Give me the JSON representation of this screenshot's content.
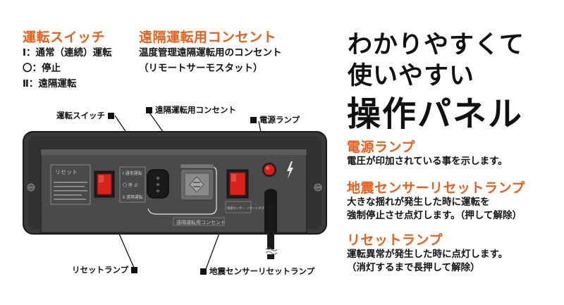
{
  "left": {
    "switch_title": "運転スイッチ",
    "switch_items": [
      "Ⅰ：通常（連続）運転",
      "〇：停止",
      "Ⅱ：遠隔運転"
    ],
    "outlet_title": "遠隔運転用コンセント",
    "outlet_desc": [
      "温度管理遠隔運転用のコンセント",
      "（リモートサーモスタット）"
    ]
  },
  "callouts": {
    "switch": "運転スイッチ",
    "outlet": "遠隔運転用コンセント",
    "power_lamp": "電源ランプ",
    "reset_lamp": "リセットランプ",
    "quake_lamp": "地震センサーリセットランプ"
  },
  "panel_labels": {
    "reset": "リセット",
    "switch_positions": [
      "Ⅰ 通常運転",
      "〇 停 止",
      "Ⅱ 遠隔運転"
    ],
    "outlet": "遠隔運転用コンセント",
    "quake": "地震センサー リセットボタン",
    "reset_note": "・異常発生時にリセット ランプが点灯します。 ・異常解消後リセットランプを押してください。"
  },
  "right": {
    "title_lines": [
      "わかりやすくて",
      "使いやすい"
    ],
    "title_big": "操作パネル",
    "sections": [
      {
        "heading": "電源ランプ",
        "lines": [
          "電圧が印加されている事を示します。"
        ]
      },
      {
        "heading": "地震センサーリセットランプ",
        "lines": [
          "大きな揺れが発生した時に運転を",
          "強制停止させ点灯します。（押して解除）"
        ]
      },
      {
        "heading": "リセットランプ",
        "lines": [
          "運転異常が発生した時に点灯します。",
          "（消灯するまで長押して解除）"
        ]
      }
    ]
  },
  "colors": {
    "accent": "#e8601c",
    "panel": "#2b2b2b",
    "lamp_red": "#d8231d",
    "power_red": "#e01b1b"
  }
}
